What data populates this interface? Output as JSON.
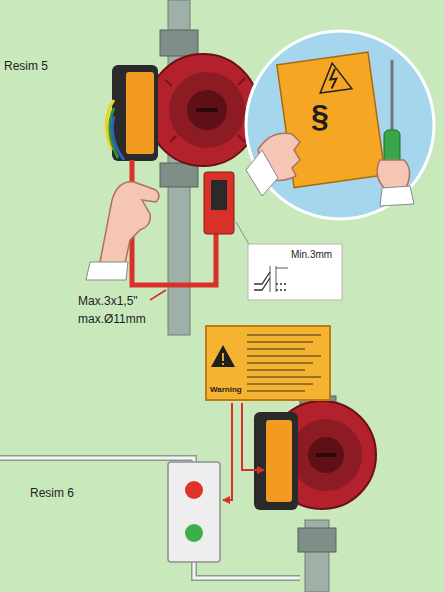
{
  "diagram": {
    "nodes": [
      {
        "text": [
          "Warning"
        ]
      }
    ],
    "labels": [
      "Resim 5",
      "Max.3x1,5\"",
      "max.Ø11mm",
      "Min.3mm",
      "§",
      "Resim 6"
    ]
  }
}
